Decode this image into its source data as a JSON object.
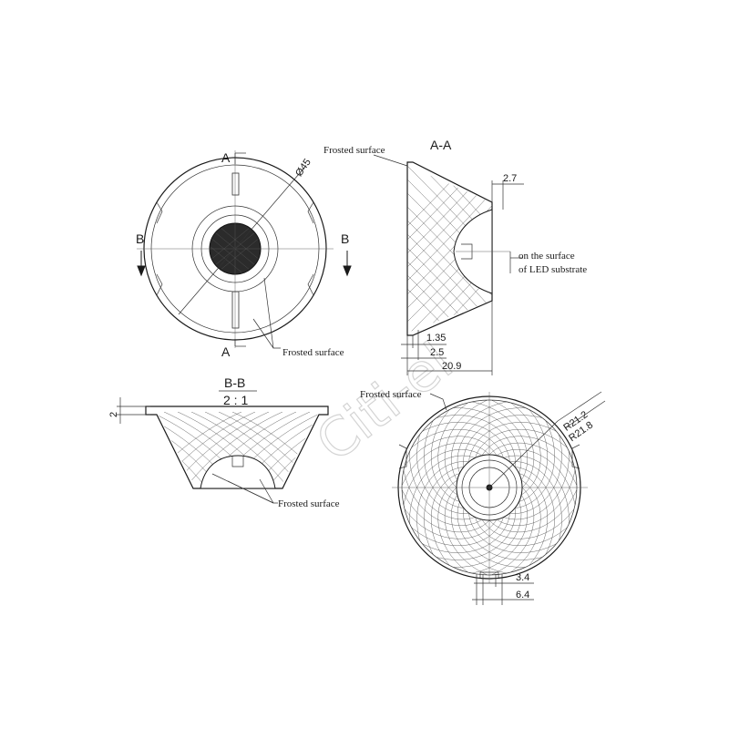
{
  "views": {
    "top": {
      "section_letter_a_top": "A",
      "section_letter_a_bottom": "A",
      "section_letter_b_left": "B",
      "section_letter_b_right": "B",
      "diameter_label": "Ø45",
      "frosted_label": "Frosted surface"
    },
    "section_aa": {
      "title": "A-A",
      "frosted_label": "Frosted surface",
      "led_note_line1": "on the surface",
      "led_note_line2": "of LED substrate",
      "dim_top": "2.7",
      "dim_1": "1.35",
      "dim_2": "2.5",
      "dim_3": "20.9"
    },
    "section_bb": {
      "title": "B-B",
      "scale": "2 : 1",
      "dim_height": "2",
      "frosted_label": "Frosted surface"
    },
    "bottom": {
      "frosted_label": "Frosted surface",
      "radius_inner": "R21.2",
      "radius_outer": "R21.8",
      "dim_slot_inner": "3.4",
      "dim_slot_outer": "6.4"
    }
  },
  "watermark": "Citi-el"
}
